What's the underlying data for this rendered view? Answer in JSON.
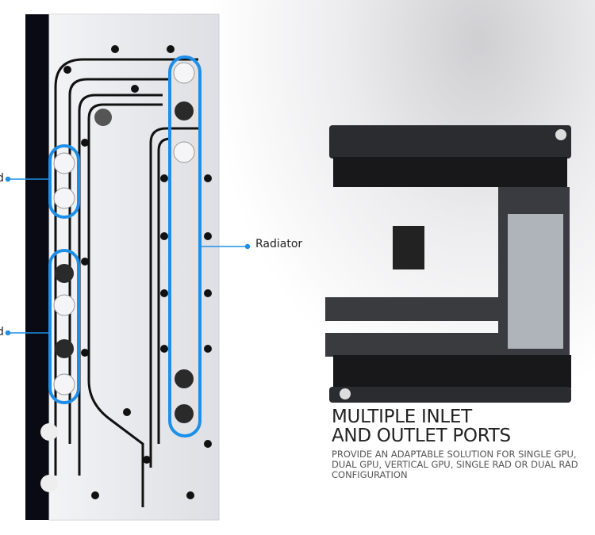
{
  "callouts": {
    "left_top_label_fragment": "d",
    "left_bottom_label_fragment": "d",
    "radiator_label": "Radiator"
  },
  "feature": {
    "title_line1": "MULTIPLE INLET",
    "title_line2": "AND OUTLET PORTS",
    "description": "PROVIDE AN ADAPTABLE SOLUTION FOR SINGLE GPU, DUAL GPU, VERTICAL GPU, SINGLE RAD OR DUAL RAD CONFIGURATION"
  },
  "colors": {
    "highlight": "#1e8fe8",
    "plate": "#e9eaee",
    "dark": "#0a0a14"
  }
}
